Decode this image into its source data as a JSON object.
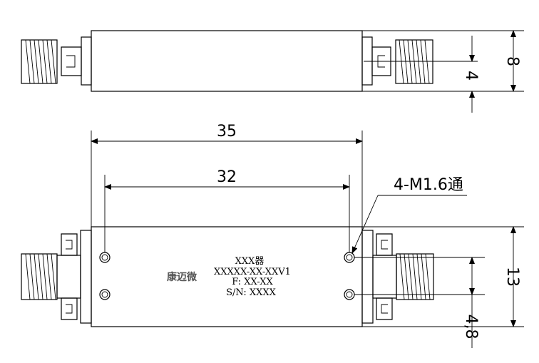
{
  "dimensions": {
    "length_35": "35",
    "length_32": "32",
    "height_8": "8",
    "height_4": "4",
    "height_13": "13",
    "offset_4_8": "4,8",
    "hole_callout": "4-M1.6通"
  },
  "label": {
    "line1": "XXX器",
    "line2": "XXXXX-XX-XXV1",
    "line3": "F: XX-XX",
    "line4": "S/N: XXXX"
  },
  "brand": "康迈微"
}
